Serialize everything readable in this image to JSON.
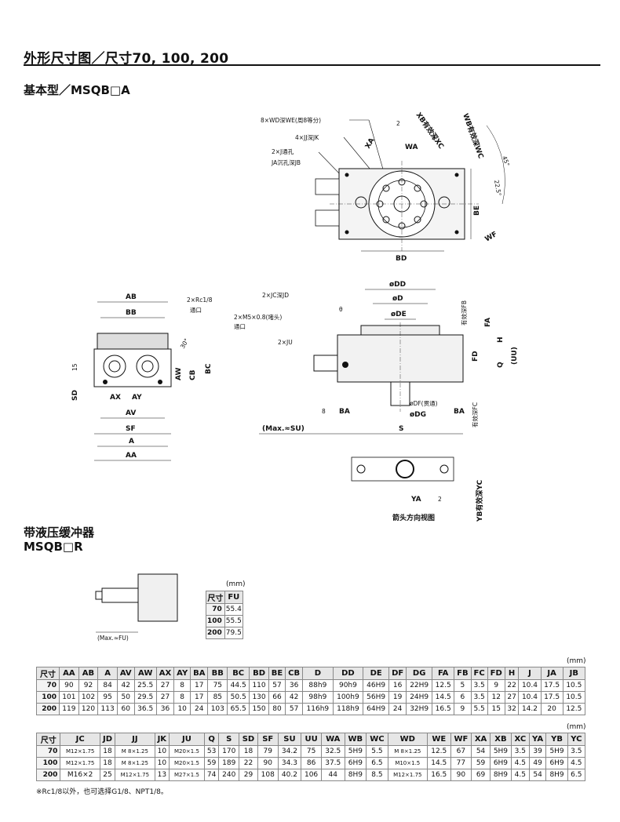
{
  "header": {
    "title": "外形尺寸图／尺寸70, 100, 200",
    "basic_type": "基本型／MSQB□A",
    "hydraulic_title": "带液压缓冲器",
    "hydraulic_model": "MSQB□R"
  },
  "drawing_labels": {
    "wd": "8×WD深WE(周8等分)",
    "jj": "4×JJ深JK",
    "j_thru": "2×J通孔",
    "ja": "JA沉孔深JB",
    "xb": "XB有效深XC",
    "wb": "WB有效深WC",
    "xa": "XA",
    "wa": "WA",
    "two": "2",
    "be": "BE",
    "bd": "BD",
    "wf": "WF",
    "deg45": "45°",
    "deg225": "22.5°",
    "ab": "AB",
    "bb": "BB",
    "rc": "2×Rc1/8",
    "port": "通口",
    "deg30": "30°",
    "aw": "AW",
    "cb": "CB",
    "bc": "BC",
    "n15": "15",
    "sd": "SD",
    "ax": "AX",
    "ay": "AY",
    "av": "AV",
    "sf": "SF",
    "a": "A",
    "aa": "AA",
    "jc": "2×JC深JD",
    "m5": "2×M5×0.8(堵头)",
    "port2": "通口",
    "ju": "2×JU",
    "ddd": "øDD",
    "dd": "øD",
    "dde": "øDE",
    "theta": "θ",
    "fb": "有效深FB",
    "fa": "FA",
    "h": "H",
    "fd": "FD",
    "q": "Q",
    "uu": "(UU)",
    "fc": "有效深FC",
    "n8": "8",
    "ba": "BA",
    "ba2": "BA",
    "df": "øDF(贯通)",
    "dg": "øDG",
    "max_su": "(Max.≈SU)",
    "s": "S",
    "ya": "YA",
    "n2": "2",
    "yb": "YB有效深YC",
    "arrow_view": "箭头方向视图",
    "max_fu": "(Max.≈FU)"
  },
  "fu_table": {
    "unit": "(mm)",
    "header": [
      "尺寸",
      "FU"
    ],
    "rows": [
      [
        "70",
        "55.4"
      ],
      [
        "100",
        "55.5"
      ],
      [
        "200",
        "79.5"
      ]
    ]
  },
  "table1": {
    "unit": "(mm)",
    "header": [
      "尺寸",
      "AA",
      "AB",
      "A",
      "AV",
      "AW",
      "AX",
      "AY",
      "BA",
      "BB",
      "BC",
      "BD",
      "BE",
      "CB",
      "D",
      "DD",
      "DE",
      "DF",
      "DG",
      "FA",
      "FB",
      "FC",
      "FD",
      "H",
      "J",
      "JA",
      "JB"
    ],
    "rows": [
      [
        "70",
        "90",
        "92",
        "84",
        "42",
        "25.5",
        "27",
        "8",
        "17",
        "75",
        "44.5",
        "110",
        "57",
        "36",
        "88h9",
        "90h9",
        "46H9",
        "16",
        "22H9",
        "12.5",
        "5",
        "3.5",
        "9",
        "22",
        "10.4",
        "17.5",
        "10.5"
      ],
      [
        "100",
        "101",
        "102",
        "95",
        "50",
        "29.5",
        "27",
        "8",
        "17",
        "85",
        "50.5",
        "130",
        "66",
        "42",
        "98h9",
        "100h9",
        "56H9",
        "19",
        "24H9",
        "14.5",
        "6",
        "3.5",
        "12",
        "27",
        "10.4",
        "17.5",
        "10.5"
      ],
      [
        "200",
        "119",
        "120",
        "113",
        "60",
        "36.5",
        "36",
        "10",
        "24",
        "103",
        "65.5",
        "150",
        "80",
        "57",
        "116h9",
        "118h9",
        "64H9",
        "24",
        "32H9",
        "16.5",
        "9",
        "5.5",
        "15",
        "32",
        "14.2",
        "20",
        "12.5"
      ]
    ]
  },
  "table2": {
    "unit": "(mm)",
    "header": [
      "尺寸",
      "JC",
      "JD",
      "JJ",
      "JK",
      "JU",
      "Q",
      "S",
      "SD",
      "SF",
      "SU",
      "UU",
      "WA",
      "WB",
      "WC",
      "WD",
      "WE",
      "WF",
      "XA",
      "XB",
      "XC",
      "YA",
      "YB",
      "YC"
    ],
    "rows": [
      [
        "70",
        "M12×1.75",
        "18",
        "M 8×1.25",
        "10",
        "M20×1.5",
        "53",
        "170",
        "18",
        "79",
        "34.2",
        "75",
        "32.5",
        "5H9",
        "5.5",
        "M 8×1.25",
        "12.5",
        "67",
        "54",
        "5H9",
        "3.5",
        "39",
        "5H9",
        "3.5"
      ],
      [
        "100",
        "M12×1.75",
        "18",
        "M 8×1.25",
        "10",
        "M20×1.5",
        "59",
        "189",
        "22",
        "90",
        "34.3",
        "86",
        "37.5",
        "6H9",
        "6.5",
        "M10×1.5",
        "14.5",
        "77",
        "59",
        "6H9",
        "4.5",
        "49",
        "6H9",
        "4.5"
      ],
      [
        "200",
        "M16×2",
        "25",
        "M12×1.75",
        "13",
        "M27×1.5",
        "74",
        "240",
        "29",
        "108",
        "40.2",
        "106",
        "44",
        "8H9",
        "8.5",
        "M12×1.75",
        "16.5",
        "90",
        "69",
        "8H9",
        "4.5",
        "54",
        "8H9",
        "6.5"
      ]
    ]
  },
  "footnote": "※Rc1/8以外，也可选择G1/8、NPT1/8。"
}
